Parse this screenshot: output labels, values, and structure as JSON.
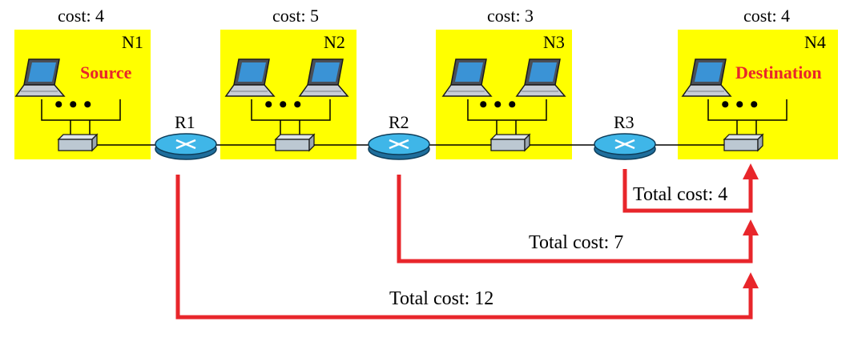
{
  "diagram": {
    "networks": [
      {
        "name": "N1",
        "cost_label": "cost: 4",
        "role": "Source"
      },
      {
        "name": "N2",
        "cost_label": "cost: 5",
        "role": ""
      },
      {
        "name": "N3",
        "cost_label": "cost: 3",
        "role": ""
      },
      {
        "name": "N4",
        "cost_label": "cost: 4",
        "role": "Destination"
      }
    ],
    "routers": [
      {
        "name": "R1"
      },
      {
        "name": "R2"
      },
      {
        "name": "R3"
      }
    ],
    "paths": [
      {
        "from": "R3",
        "to": "N4",
        "label": "Total cost: 4"
      },
      {
        "from": "R2",
        "to": "N4",
        "label": "Total cost: 7"
      },
      {
        "from": "R1",
        "to": "N4",
        "label": "Total cost: 12"
      }
    ],
    "colors": {
      "network_fill": "#ffff00",
      "path": "#e8262b",
      "role_text": "#e8262b",
      "router": "#3fb6e8",
      "switch": "#bcc8d2"
    }
  }
}
